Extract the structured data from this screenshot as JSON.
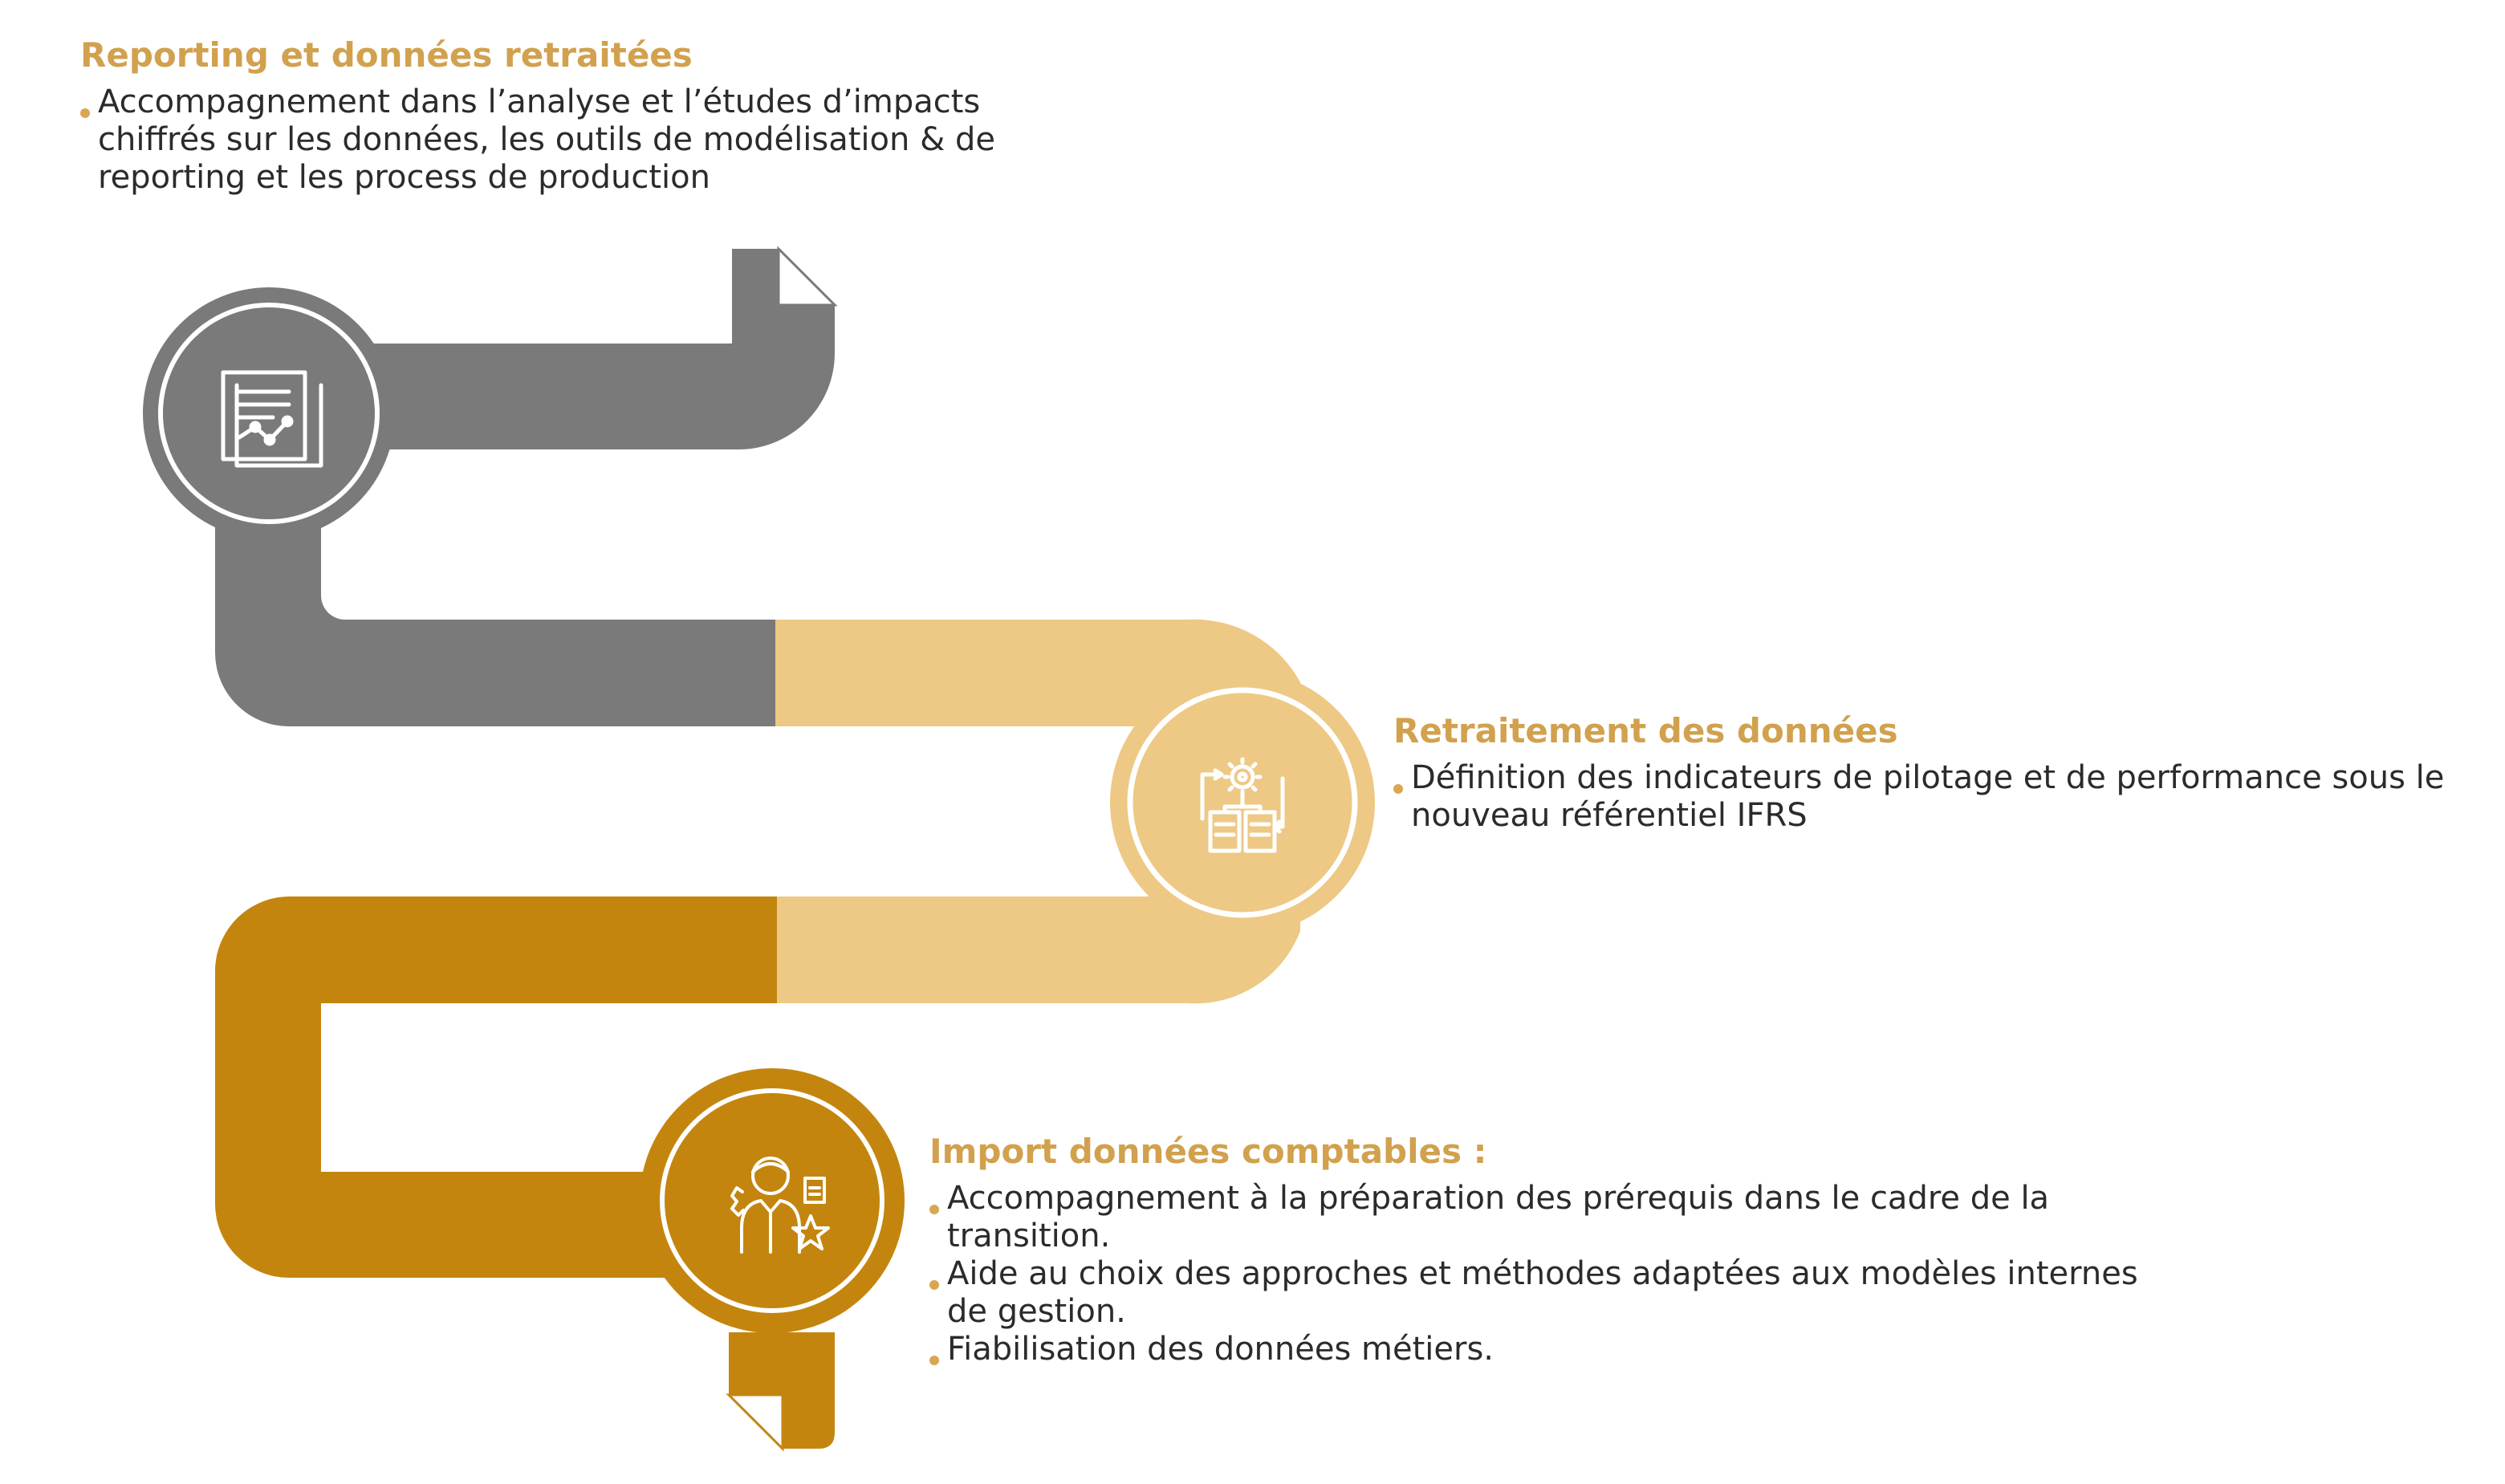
{
  "colors": {
    "dark_gray": "#7a7a7a",
    "light_gold": "#edc985",
    "dark_gold": "#c4850f",
    "title_gold": "#d1a14e",
    "bullet_gold": "#d8a754",
    "text": "#2b2b2b"
  },
  "steps": [
    {
      "id": "reporting",
      "title": "Reporting et données retraitées",
      "items": [
        "Accompagnement dans l’analyse et l’études d’impacts chiffrés sur les données, les outils de modélisation & de reporting et les process de production"
      ],
      "icon": "report-chart-icon"
    },
    {
      "id": "retraitement",
      "title": "Retraitement des données",
      "items": [
        "Définition des indicateurs de pilotage et de performance sous le nouveau référentiel IFRS"
      ],
      "icon": "workflow-gear-icon"
    },
    {
      "id": "import",
      "title": "Import données comptables :",
      "items": [
        "Accompagnement à la préparation des prérequis dans le cadre de la transition.",
        "Aide au choix  des approches et méthodes adaptées aux modèles internes de gestion.",
        "Fiabilisation des données métiers."
      ],
      "icon": "person-star-icon"
    }
  ]
}
